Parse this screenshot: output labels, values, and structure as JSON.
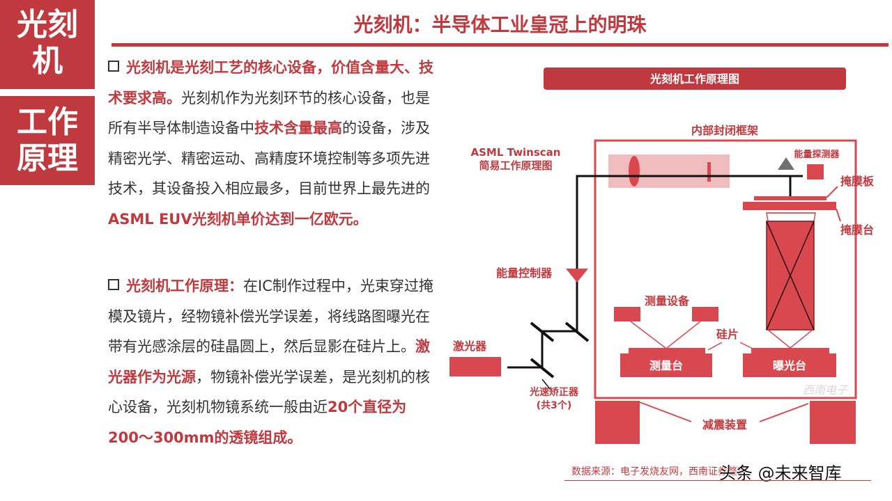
{
  "sidebar": {
    "block1_line1": "光刻",
    "block1_line2": "机",
    "block2_line1": "工作",
    "block2_line2": "原理"
  },
  "header": {
    "title": "光刻机：半导体工业皇冠上的明珠"
  },
  "paragraph1": {
    "bold1": "光刻机是光刻工艺的核心设备，价值含量大、技术要求高。",
    "text1": "光刻机作为光刻环节的核心设备，也是所有半导体制造设备中",
    "bold2": "技术含量最高",
    "text2": "的设备，涉及精密光学、精密运动、高精度环境控制等多项先进技术，其设备投入相应最多，目前世界上最先进的",
    "bold3": "ASML EUV光刻机单价达到一亿欧元。"
  },
  "paragraph2": {
    "bold1": "光刻机工作原理：",
    "text1": "在IC制作过程中，光束穿过掩模及镜片，经物镜补偿光学误差，将线路图曝光在带有光感涂层的硅晶圆上，然后显影在硅片上。",
    "bold2": "激光器作为光源",
    "text2": "，物镜补偿光学误差，是光刻机的核心设备，光刻机物镜系统一般由近",
    "bold3": "20个直径为200～300mm的透镜组成。"
  },
  "diagram": {
    "title": "光刻机工作原理图",
    "frame_label": "内部封闭框架",
    "asml_line1": "ASML Twinscan",
    "asml_line2": "简易工作原理图",
    "energy_detector": "能量探测器",
    "reticle": "掩膜板",
    "reticle_stage": "掩膜台",
    "energy_controller": "能量控制器",
    "measurement_device": "测量设备",
    "wafer": "硅片",
    "laser": "激光器",
    "measurement_stage": "测量台",
    "exposure_stage": "曝光台",
    "beam_corrector_line1": "光速矫正器",
    "beam_corrector_line2": "(共3个)",
    "damping": "减震装置",
    "watermark_inner": "西南电子"
  },
  "footer": {
    "source": "数据来源：电子发烧友网，西南证券整理",
    "watermark": "头条 @未来智库"
  },
  "colors": {
    "accent": "#c0393e",
    "diagram_red": "#d9484e",
    "light_red": "#f0bcbe"
  }
}
